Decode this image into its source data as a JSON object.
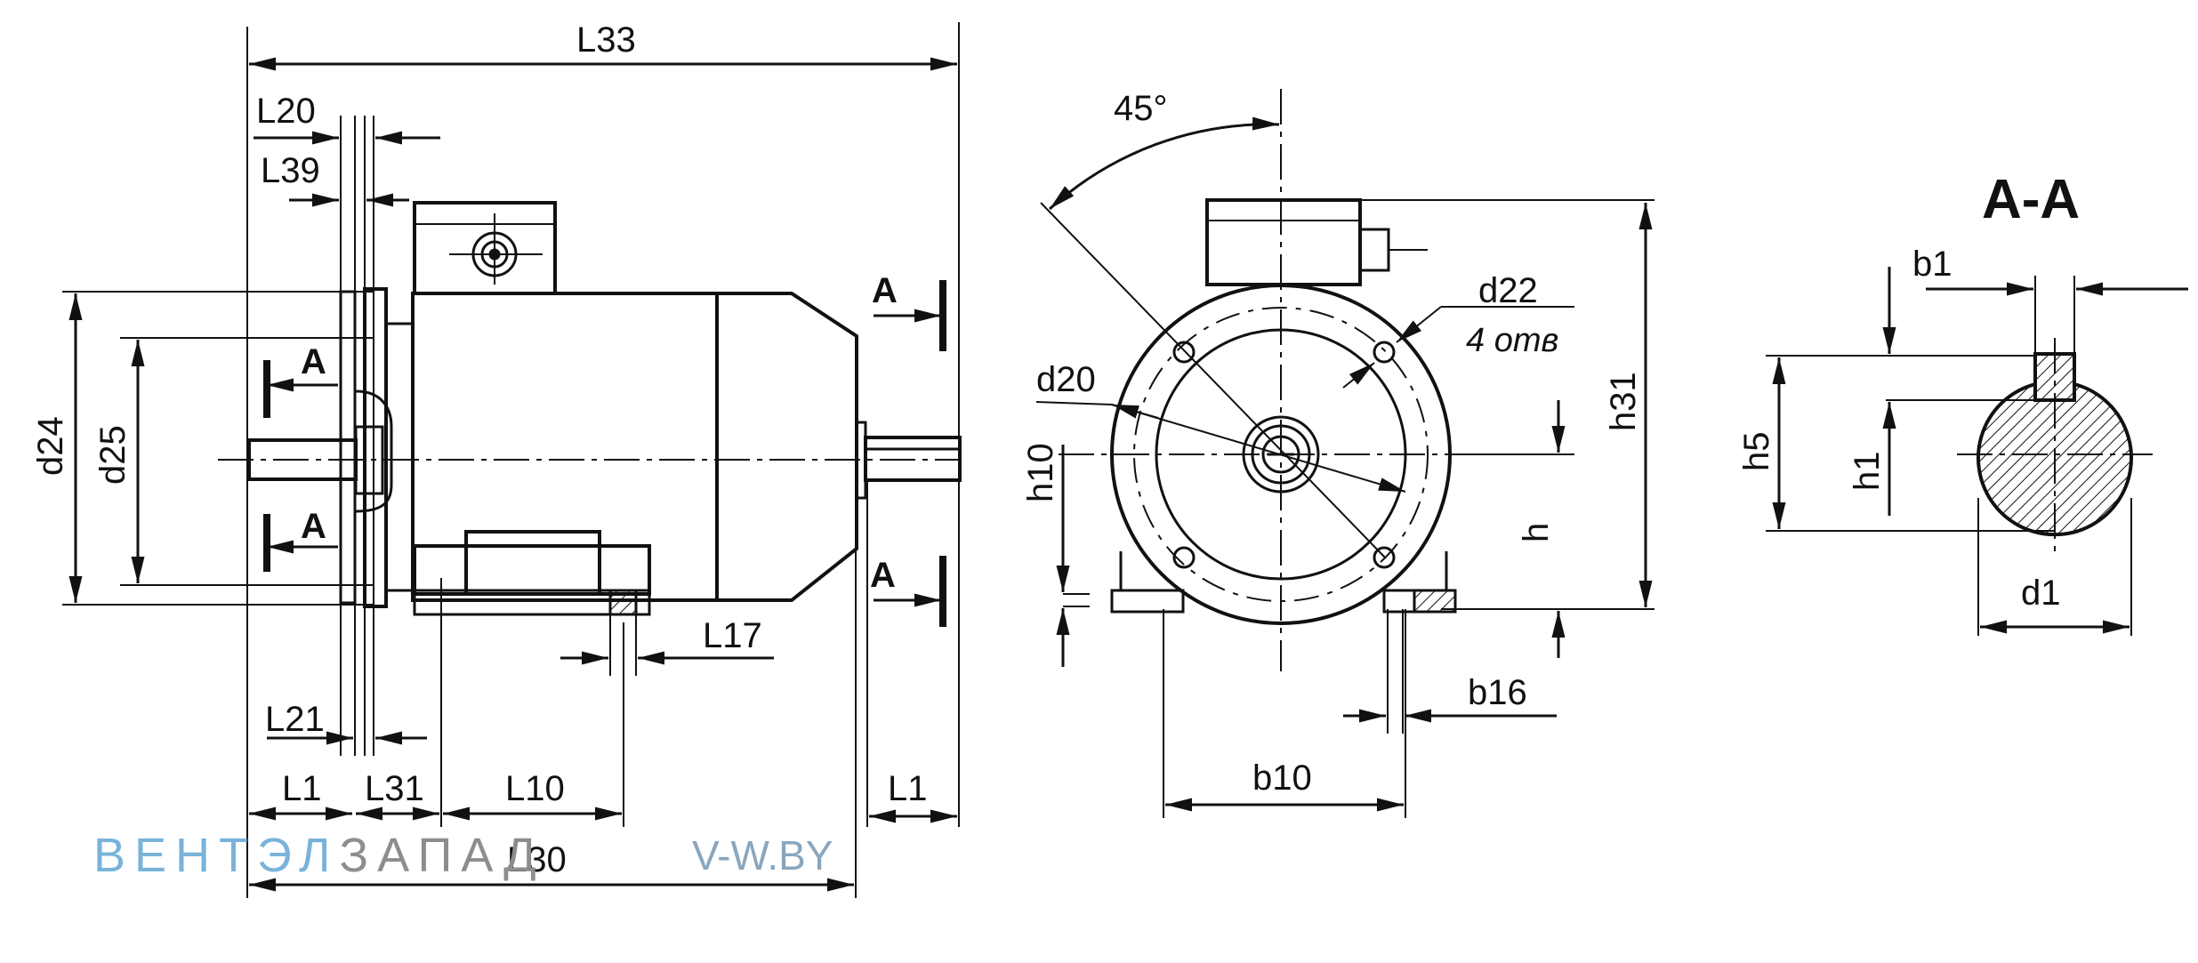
{
  "labels": {
    "L33": "L33",
    "L20": "L20",
    "L39": "L39",
    "L21": "L21",
    "L1": "L1",
    "L31": "L31",
    "L10": "L10",
    "L30": "L30",
    "L17": "L17",
    "d24": "d24",
    "d25": "d25",
    "A": "A",
    "angle": "45°",
    "d22": "d22",
    "holes": "4 отв",
    "d20": "d20",
    "h10": "h10",
    "h": "h",
    "h31": "h31",
    "b10": "b10",
    "b16": "b16",
    "section_title": "A-A",
    "b1": "b1",
    "h5": "h5",
    "h1": "h1",
    "d1": "d1"
  },
  "watermark": {
    "part1": "ВЕНТЭЛ",
    "part2": "ЗАПАД",
    "site": "V-W.BY"
  },
  "colors": {
    "ink": "#111111",
    "watermark_blue": "#79b3da",
    "watermark_gray": "#8d8d8d"
  }
}
